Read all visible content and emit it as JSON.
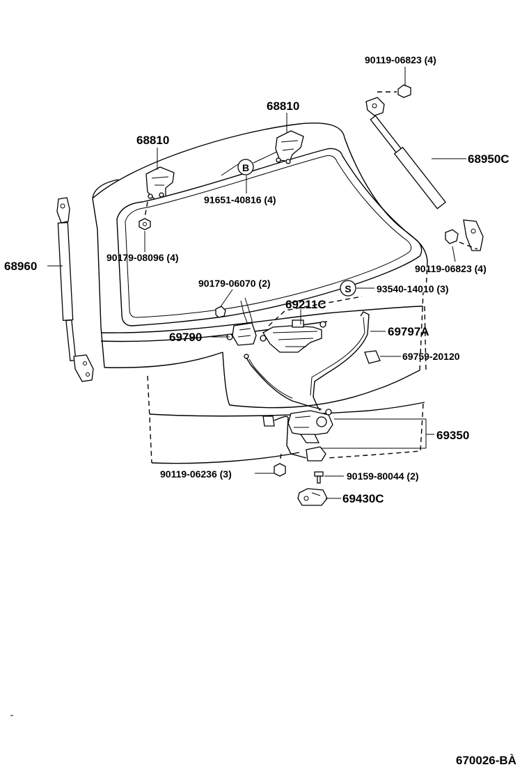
{
  "diagram": {
    "labels": {
      "p90119_top": "90119-06823 (4)",
      "p68810_right": "68810",
      "p68810_left": "68810",
      "p68950c": "68950C",
      "p91651": "91651-40816 (4)",
      "callout_b": "B",
      "p68960": "68960",
      "p90179_08096": "90179-08096 (4)",
      "p90119_right": "90119-06823 (4)",
      "p90179_06070": "90179-06070 (2)",
      "callout_s": "S",
      "p93540": "93540-14010 (3)",
      "p69211c": "69211C",
      "p69797a": "69797A",
      "p69790": "69790",
      "p69759": "69759-20120",
      "p69350": "69350",
      "p90119_06236": "90119-06236 (3)",
      "p90159": "90159-80044 (2)",
      "p69430c": "69430C",
      "figure_id": "670026-B",
      "figure_id_suffix": "À"
    }
  }
}
